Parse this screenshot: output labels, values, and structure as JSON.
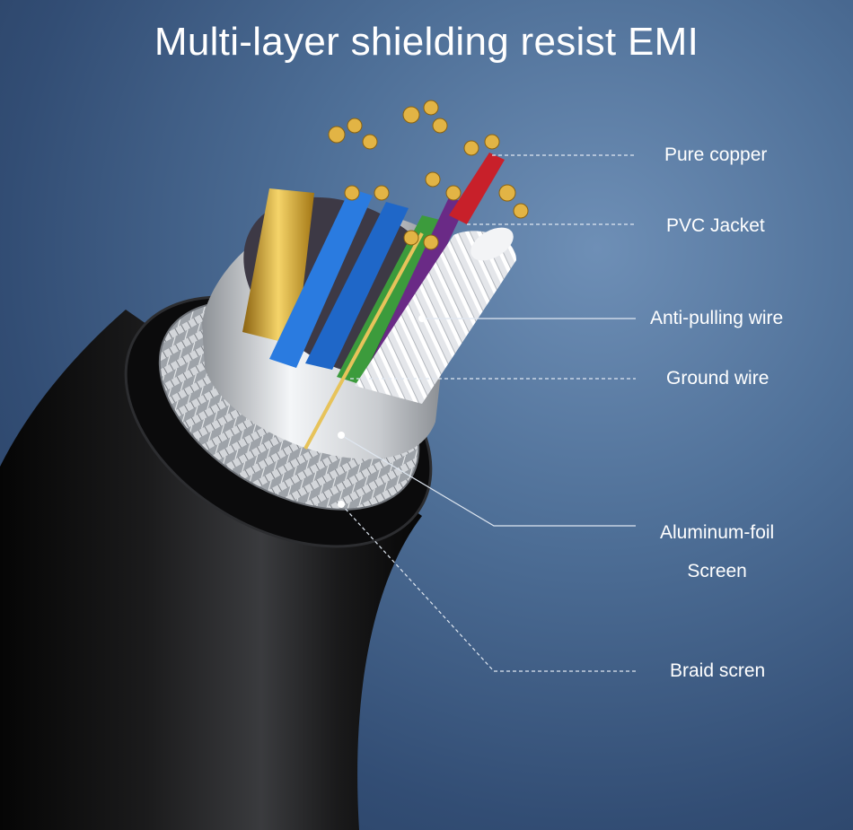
{
  "title": "Multi-layer shielding resist EMI",
  "labels": {
    "pure_copper": "Pure copper",
    "pvc_jacket": "PVC Jacket",
    "anti_pulling_wire": "Anti-pulling wire",
    "ground_wire": "Ground wire",
    "aluminum_foil_line1": "Aluminum-foil",
    "aluminum_foil_line2": "Screen",
    "braid_screen": "Braid scren"
  },
  "colors": {
    "background": "#4e6f97",
    "cable_jacket": "#111111",
    "braid": "#b8bcc2",
    "foil": "#d9dde2",
    "copper": "#d8a531",
    "insulation_blue": "#2a7be0",
    "insulation_red": "#c8202a",
    "insulation_green": "#3c9b3c",
    "insulation_purple": "#6a2a86",
    "leader_line": "#dfe7f1"
  }
}
